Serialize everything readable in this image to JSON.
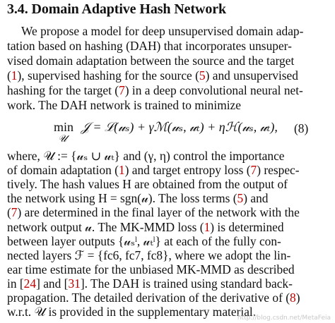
{
  "heading": "3.4. Domain Adaptive Hash Network",
  "para1": [
    "We propose a model for deep unsupervised domain adap-",
    "tation based on hashing (DAH) that incorporates unsuper-",
    "vised domain adaptation between the source and the target",
    [
      "(",
      "1",
      "), supervised hashing for the source (",
      "5",
      ") and unsupervised"
    ],
    [
      "hashing for the target (",
      "7",
      ") in a deep convolutional neural net-"
    ],
    "work. The DAH network is trained to minimize"
  ],
  "equation": {
    "min_label": "min",
    "min_sub": "𝒰",
    "body": "𝒥 = ℒ(𝓊ₛ) + γℳ(𝓊ₛ, 𝓊ₜ) + ηℋ(𝓊ₛ, 𝓊ₜ),",
    "number": "(8)"
  },
  "para2": [
    "where, 𝒰 := {𝓊ₛ ∪ 𝓊ₜ} and (γ, η) control the importance",
    [
      "of domain adaptation (",
      "1",
      ") and target entropy loss (",
      "7",
      ") respec-"
    ],
    "tively. The hash values H are obtained from the output of",
    [
      "the network using H = sgn(𝓊). The loss terms (",
      "5",
      ") and"
    ],
    [
      "(",
      "7",
      ") are determined in the final layer of the network with the"
    ],
    [
      "network output 𝓊. The MK-MMD loss (",
      "1",
      ") is determined"
    ],
    "between layer outputs {𝓊ₛˡ, 𝓊ₜˡ} at each of the fully con-",
    "nected layers ℱ = {fc6, fc7, fc8}, where we adopt the lin-",
    "ear time estimate for the unbiased MK-MMD as described",
    [
      "in [",
      "24",
      "] and [",
      "31",
      "]. The DAH is trained using standard back-"
    ],
    [
      "propagation. The detailed derivation of the derivative of (",
      "8",
      ")"
    ],
    "w.r.t. 𝒰 is provided in the supplementary material."
  ],
  "watermark": "http://blog.csdn.net/MetaFeia",
  "colors": {
    "reference": "#c00000",
    "text": "#111111"
  }
}
